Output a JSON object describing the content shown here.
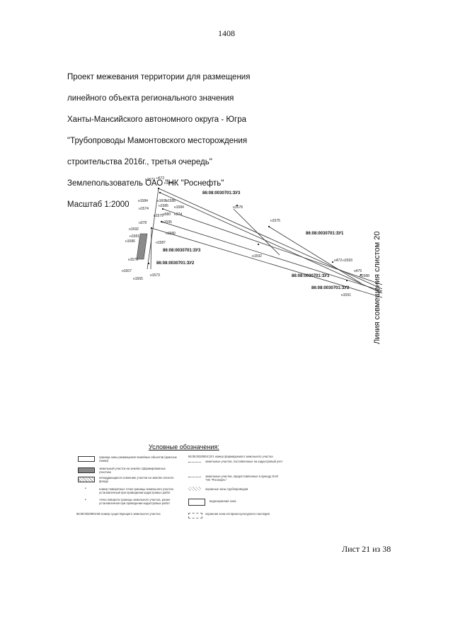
{
  "page_number": "1408",
  "title_lines": [
    "Проект межевания территории для размещения",
    "линейного объекта регионального значения",
    "Ханты-Мансийского автономного округа - Югра",
    "\"Трубопроводы Мамонтовского месторождения",
    "строительства 2016г., третья очередь\"",
    "Землепользователь ОАО \"НК \"Роснефть\"",
    "Масштаб 1:2000"
  ],
  "join_line_label": "Линия совмещения слистом 20",
  "sheet_footer": "Лист 21 из 38",
  "map": {
    "plot_labels": [
      "86:08:0030701:ЗУ3",
      "86:08:0030701:ЗУ1",
      "86:08:0030701:ЗУ3",
      "86:08:0030701:ЗУ2",
      "86:08:0030701:ЗУ3",
      "86:08:0030701:ЗУ2"
    ],
    "point_labels": [
      "н1572",
      "н572",
      "н1606",
      "н1584",
      "н1605",
      "н1588",
      "н1585",
      "н1584",
      "н1578",
      "н1575",
      "н1574",
      "н1579",
      "н580",
      "н374",
      "н378",
      "н1592",
      "н1595",
      "н1580",
      "н1581",
      "н1586",
      "н1587",
      "н1573",
      "н1565",
      "н1607",
      "н1592",
      "н472",
      "н1593",
      "н475",
      "н1588",
      "н1591",
      "н1576"
    ],
    "colors": {
      "lines": "#333333",
      "allotted_plot_fill": "#8a8a8a"
    }
  },
  "legend": {
    "title": "Условные обозначения:",
    "left_items": [
      "граница зоны размещения линейных объектов (красные линии)",
      "земельный участок на землях сформированных участках",
      "неподдающиеся освоению участки на землях лесного фонда",
      "номер поворотных точек границы земельного участка установленный при проведении кадастровых работ",
      "точка поворота границы земельного участка, ранее установленная при проведении кадастровых работ",
      "86:08:0020904:68 номер существующего земельного участка"
    ],
    "right_items": [
      "86:08:0020904:ЗУ1 номер формируемого земельного участка",
      "земельные участки, поставленные на кадастровый учет",
      "земельные участки, предоставленные в аренду ОАО \"НК \"Роснефть\"",
      "охранные зоны трубопроводов",
      "водоохранная зона",
      "охранная зона историко-культурного наследия"
    ]
  }
}
